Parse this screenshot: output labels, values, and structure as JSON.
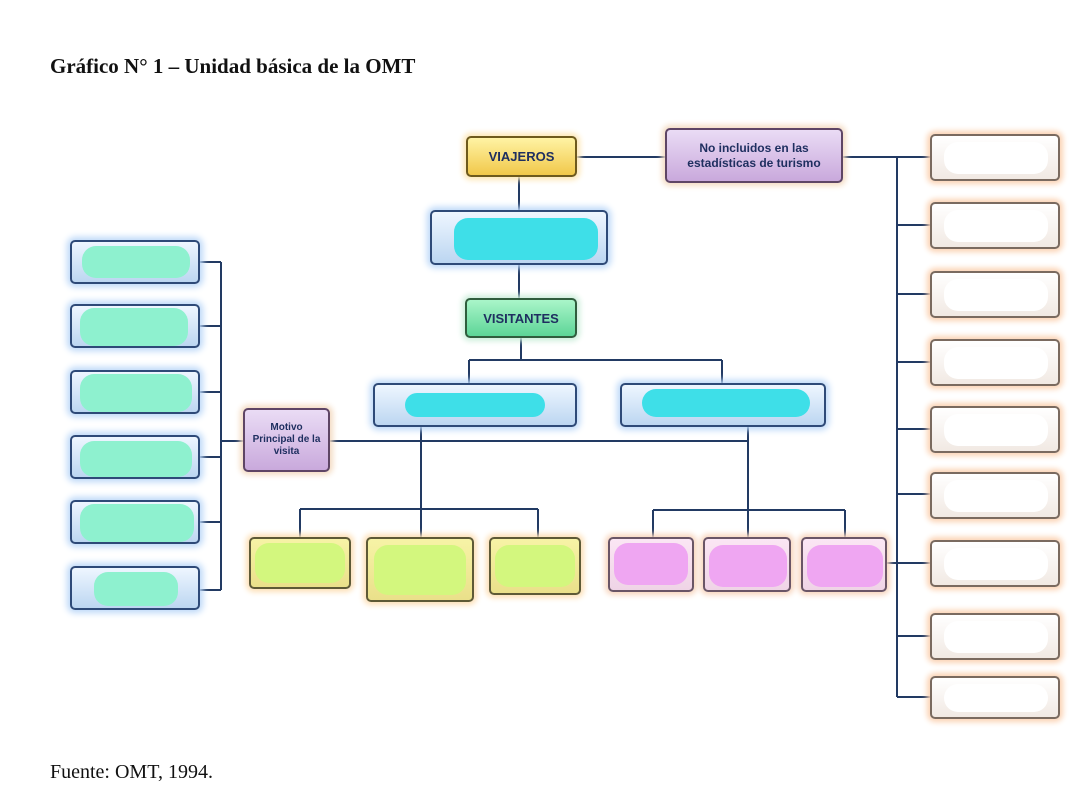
{
  "title": "Gráfico N° 1 – Unidad básica de la OMT",
  "source": "Fuente: OMT, 1994.",
  "nodes": {
    "viajeros": "VIAJEROS",
    "no_incluidos": "No incluidos en las estadísticas de turismo",
    "visitantes": "VISITANTES",
    "motivo": "Motivo Principal de la visita"
  },
  "colors": {
    "connector": "#223a63",
    "redaction_mint": "#8ef1cf",
    "redaction_cyan": "#3edfe8",
    "redaction_lime": "#d3f77e",
    "redaction_magenta": "#efa6f2"
  }
}
